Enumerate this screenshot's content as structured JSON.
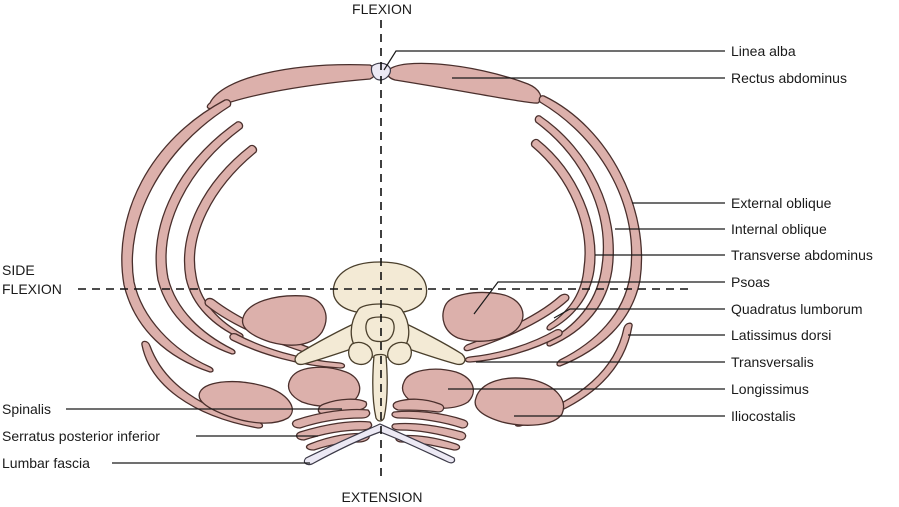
{
  "axes": {
    "top": "FLEXION",
    "bottom": "EXTENSION",
    "side_line1": "SIDE",
    "side_line2": "FLEXION"
  },
  "labels_right": [
    "Linea alba",
    "Rectus abdominus",
    "External oblique",
    "Internal oblique",
    "Transverse abdominus",
    "Psoas",
    "Quadratus lumborum",
    "Latissimus dorsi",
    "Transversalis",
    "Longissimus",
    "Iliocostalis"
  ],
  "labels_left": [
    "Spinalis",
    "Serratus posterior inferior",
    "Lumbar fascia"
  ],
  "colors": {
    "muscle": "#dcb0ab",
    "bone": "#f3ead5",
    "fascia": "#ece9f4"
  }
}
